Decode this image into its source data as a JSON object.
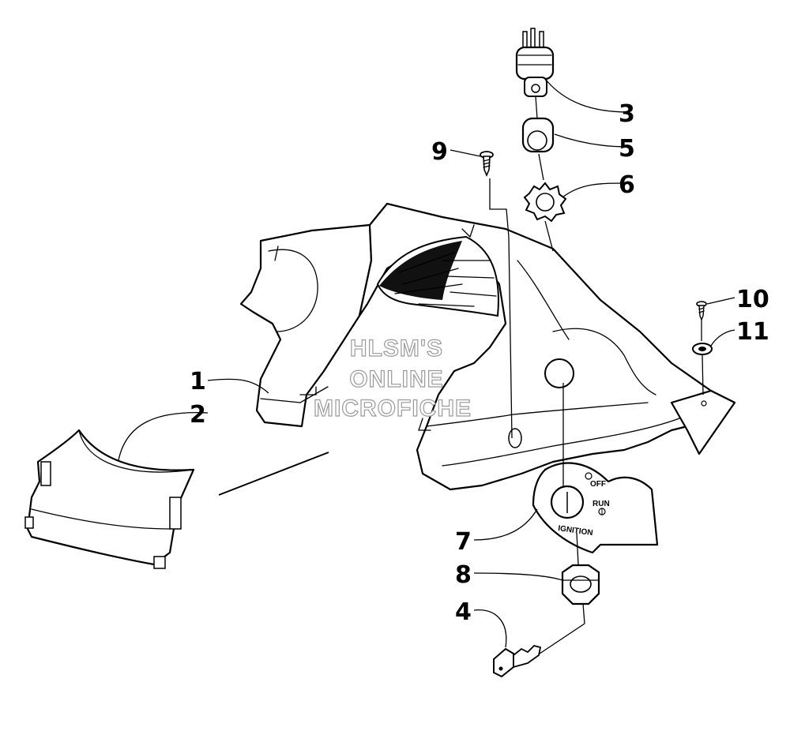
{
  "diagram": {
    "callouts": [
      {
        "id": "1",
        "label": "1"
      },
      {
        "id": "2",
        "label": "2"
      },
      {
        "id": "3",
        "label": "3"
      },
      {
        "id": "4",
        "label": "4"
      },
      {
        "id": "5",
        "label": "5"
      },
      {
        "id": "6",
        "label": "6"
      },
      {
        "id": "7",
        "label": "7"
      },
      {
        "id": "8",
        "label": "8"
      },
      {
        "id": "9",
        "label": "9"
      },
      {
        "id": "10",
        "label": "10"
      },
      {
        "id": "11",
        "label": "11"
      }
    ],
    "ignition_panel": {
      "off": "OFF",
      "run": "RUN",
      "ignition": "IGNITION"
    },
    "watermark": {
      "line1": "HLSM'S",
      "line2": "ONLINE",
      "line3": "MICROFICHE"
    }
  }
}
